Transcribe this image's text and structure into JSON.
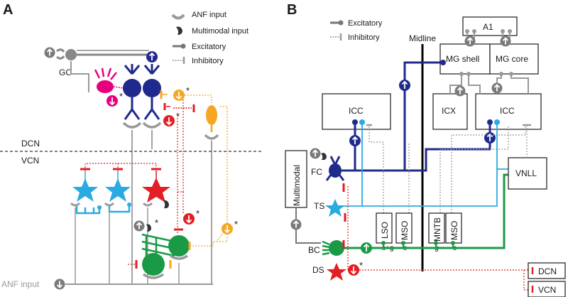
{
  "panel_a": {
    "letter": "A",
    "legend": {
      "anf_input": "ANF input",
      "multimodal_input": "Multimodal input",
      "excitatory": "Excitatory",
      "inhibitory": "Inhibitory"
    },
    "labels": {
      "gc": "GC",
      "dcn": "DCN",
      "vcn": "VCN",
      "anf_input": "ANF input"
    },
    "asterisk": "*"
  },
  "panel_b": {
    "letter": "B",
    "legend": {
      "excitatory": "Excitatory",
      "inhibitory": "Inhibitory"
    },
    "labels": {
      "midline": "Midline",
      "a1": "A1",
      "mg_shell": "MG shell",
      "mg_core": "MG core",
      "icc_left": "ICC",
      "icx": "ICX",
      "icc_right": "ICC",
      "multimodal": "Multimodal",
      "fc": "FC",
      "ts": "TS",
      "bc": "BC",
      "ds": "DS",
      "vnll": "VNLL",
      "lso": "LSO",
      "mso_left": "MSO",
      "mntb": "MNTB",
      "mso_right": "MSO",
      "tag_sg": "s+g",
      "tag_s1": "s",
      "tag_g": "g",
      "tag_s2": "s",
      "dcn": "DCN",
      "vcn": "VCN"
    },
    "asterisk": "*"
  },
  "colors": {
    "navy": "#1f2a8c",
    "magenta": "#e6007e",
    "orange": "#f5a623",
    "red": "#e31e24",
    "cyan": "#29abe2",
    "green": "#1a9a46",
    "gray": "#999999",
    "dark_gray": "#6d6d6d"
  }
}
